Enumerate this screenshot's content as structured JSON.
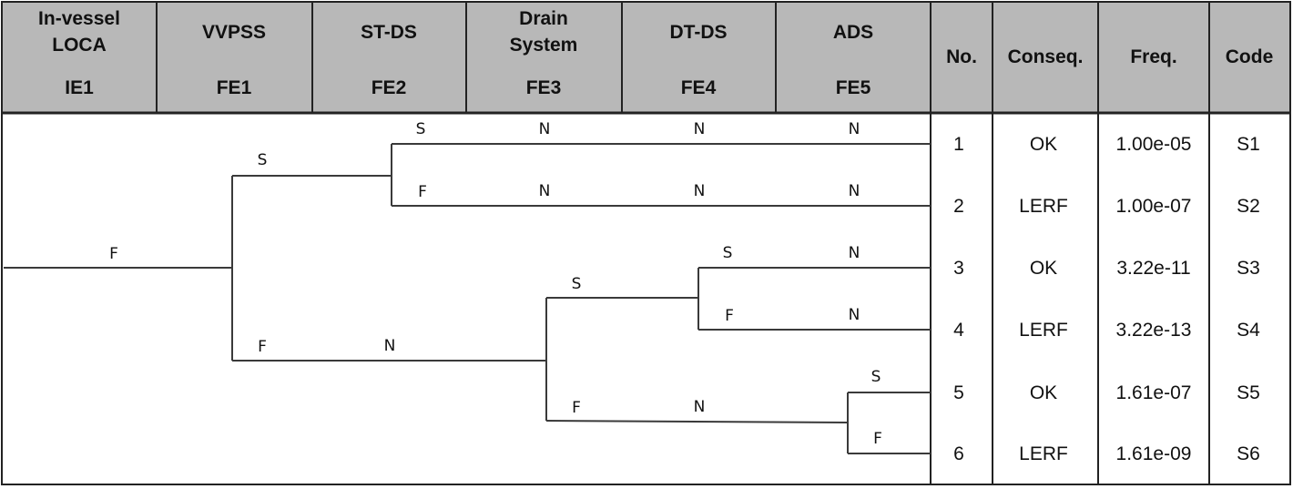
{
  "header": {
    "columns": [
      {
        "lines": [
          "In-vessel",
          "LOCA"
        ],
        "code": "IE1"
      },
      {
        "lines": [
          "VVPSS"
        ],
        "code": "FE1"
      },
      {
        "lines": [
          "ST-DS"
        ],
        "code": "FE2"
      },
      {
        "lines": [
          "Drain",
          "System"
        ],
        "code": "FE3"
      },
      {
        "lines": [
          "DT-DS"
        ],
        "code": "FE4"
      },
      {
        "lines": [
          "ADS"
        ],
        "code": "FE5"
      }
    ],
    "result_columns": [
      "No.",
      "Conseq.",
      "Freq.",
      "Code"
    ]
  },
  "sequences": [
    {
      "no": "1",
      "conseq": "OK",
      "freq": "1.00e-05",
      "code": "S1"
    },
    {
      "no": "2",
      "conseq": "LERF",
      "freq": "1.00e-07",
      "code": "S2"
    },
    {
      "no": "3",
      "conseq": "OK",
      "freq": "3.22e-11",
      "code": "S3"
    },
    {
      "no": "4",
      "conseq": "LERF",
      "freq": "3.22e-13",
      "code": "S4"
    },
    {
      "no": "5",
      "conseq": "OK",
      "freq": "1.61e-07",
      "code": "S5"
    },
    {
      "no": "6",
      "conseq": "LERF",
      "freq": "1.61e-09",
      "code": "S6"
    }
  ],
  "branch_labels": {
    "ie1": "F",
    "fe1_success": "S",
    "fe1_failure": "F",
    "fe1_failure_fe2": "N",
    "seq1_fe2": "S",
    "seq1_fe3": "N",
    "seq1_fe4": "N",
    "seq1_fe5": "N",
    "seq2_fe2": "F",
    "seq2_fe3": "N",
    "seq2_fe4": "N",
    "seq2_fe5": "N",
    "fe3_success": "S",
    "seq3_fe4": "S",
    "seq3_fe5": "N",
    "seq4_fe4": "F",
    "seq4_fe5": "N",
    "fe3_failure": "F",
    "fe3_failure_fe4": "N",
    "seq5_fe5": "S",
    "seq6_fe5": "F"
  },
  "colors": {
    "header_bg": "#b8b8b8",
    "line": "#3a3a3a",
    "border": "#222222"
  }
}
